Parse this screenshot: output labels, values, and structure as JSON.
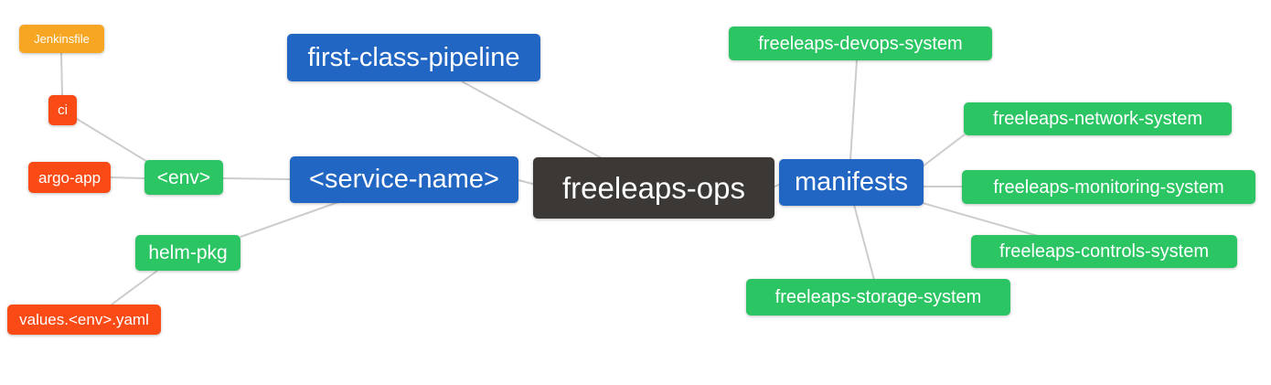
{
  "diagram": {
    "type": "mindmap",
    "root": "freeleaps-ops",
    "colors": {
      "amber": "#f6a623",
      "red": "#fa4a16",
      "green": "#2bc563",
      "blue": "#2166c2",
      "dark": "#3b3835",
      "edge": "#cccccc"
    },
    "nodes": {
      "jenkinsfile": {
        "label": "Jenkinsfile",
        "color": "amber"
      },
      "ci": {
        "label": "ci",
        "color": "red"
      },
      "argo_app": {
        "label": "argo-app",
        "color": "red"
      },
      "env": {
        "label": "<env>",
        "color": "green"
      },
      "helm_pkg": {
        "label": "helm-pkg",
        "color": "green"
      },
      "values_env_yaml": {
        "label": "values.<env>.yaml",
        "color": "red"
      },
      "first_class_pipeline": {
        "label": "first-class-pipeline",
        "color": "blue"
      },
      "service_name": {
        "label": "<service-name>",
        "color": "blue"
      },
      "freeleaps_ops": {
        "label": "freeleaps-ops",
        "color": "dark"
      },
      "manifests": {
        "label": "manifests",
        "color": "blue"
      },
      "devops_system": {
        "label": "freeleaps-devops-system",
        "color": "green"
      },
      "network_system": {
        "label": "freeleaps-network-system",
        "color": "green"
      },
      "monitoring_system": {
        "label": "freeleaps-monitoring-system",
        "color": "green"
      },
      "controls_system": {
        "label": "freeleaps-controls-system",
        "color": "green"
      },
      "storage_system": {
        "label": "freeleaps-storage-system",
        "color": "green"
      }
    },
    "edges": [
      {
        "from": "jenkinsfile",
        "to": "ci"
      },
      {
        "from": "ci",
        "to": "env"
      },
      {
        "from": "argo_app",
        "to": "env"
      },
      {
        "from": "env",
        "to": "service_name"
      },
      {
        "from": "helm_pkg",
        "to": "service_name"
      },
      {
        "from": "values_env_yaml",
        "to": "helm_pkg"
      },
      {
        "from": "first_class_pipeline",
        "to": "freeleaps_ops"
      },
      {
        "from": "service_name",
        "to": "freeleaps_ops"
      },
      {
        "from": "freeleaps_ops",
        "to": "manifests"
      },
      {
        "from": "manifests",
        "to": "devops_system"
      },
      {
        "from": "manifests",
        "to": "network_system"
      },
      {
        "from": "manifests",
        "to": "monitoring_system"
      },
      {
        "from": "manifests",
        "to": "controls_system"
      },
      {
        "from": "manifests",
        "to": "storage_system"
      }
    ]
  }
}
